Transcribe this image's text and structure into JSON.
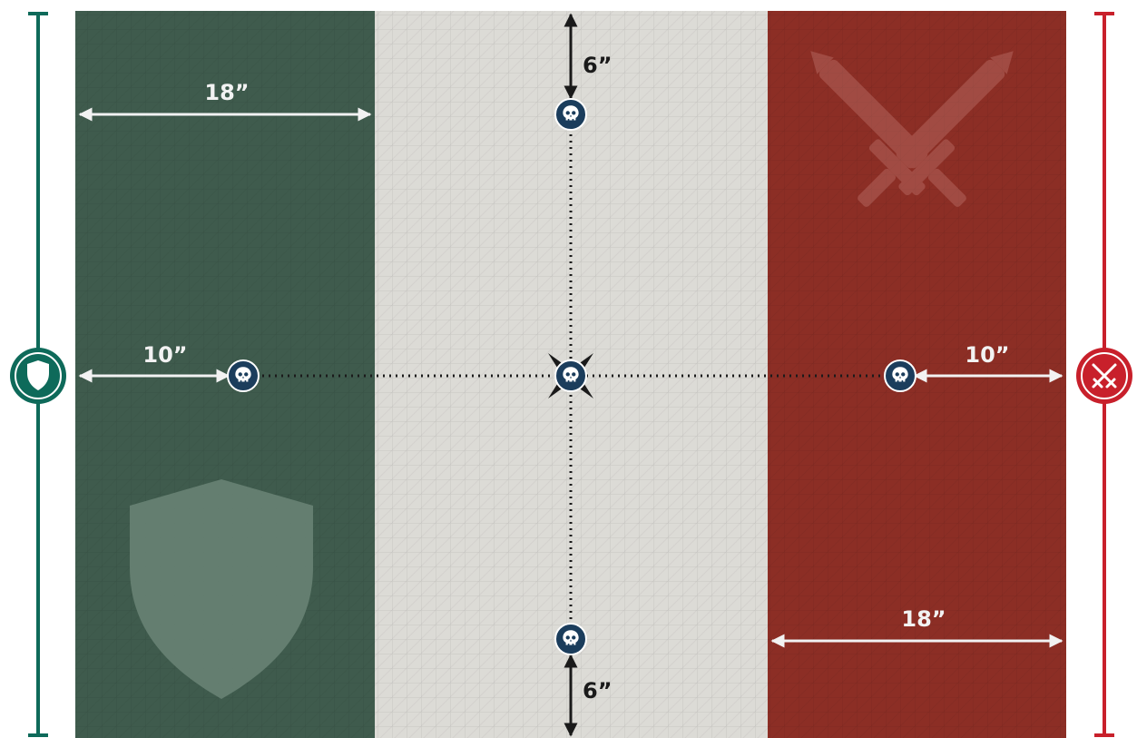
{
  "labels": {
    "top_gap": "6”",
    "bottom_gap": "6”",
    "left_zone_depth": "18”",
    "right_zone_depth": "18”",
    "left_objective_offset": "10”",
    "right_objective_offset": "10”"
  },
  "zones": [
    {
      "name": "defender-zone",
      "color": "#3f5b4d",
      "emblem": "shield-icon"
    },
    {
      "name": "no-mans-land",
      "color": "#dcdbd6",
      "emblem": "none"
    },
    {
      "name": "attacker-zone",
      "color": "#8c2e25",
      "emblem": "crossed-swords-icon"
    }
  ],
  "sides": [
    {
      "name": "defender",
      "color": "#0e6a5a",
      "icon": "shield-icon"
    },
    {
      "name": "attacker",
      "color": "#c8202b",
      "icon": "crossed-swords-icon"
    }
  ],
  "objectives": [
    {
      "name": "objective-top",
      "icon": "skull-icon"
    },
    {
      "name": "objective-left",
      "icon": "skull-icon"
    },
    {
      "name": "objective-center",
      "icon": "skull-icon",
      "marker": "center-marker"
    },
    {
      "name": "objective-right",
      "icon": "skull-icon"
    },
    {
      "name": "objective-bottom",
      "icon": "skull-icon"
    }
  ],
  "colors": {
    "objective_fill": "#1b3d5c",
    "arrow_light": "#f2f2f2",
    "arrow_dark": "#1a1a1a"
  }
}
